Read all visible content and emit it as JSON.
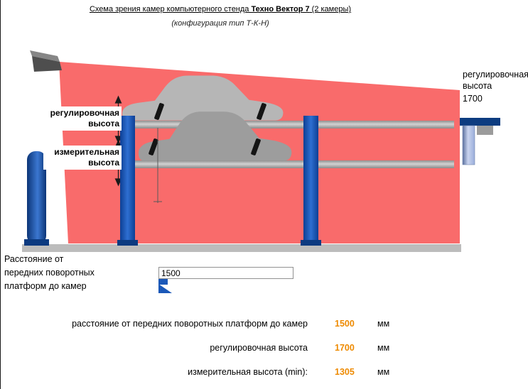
{
  "header": {
    "title_prefix": "Схема зрения камер компьютерного стенда ",
    "title_bold": "Техно Вектор 7",
    "title_suffix": " (2 камеры)",
    "subtitle": "(конфигурация тип Т-К-Н)"
  },
  "diagram": {
    "adjust_height_label": {
      "line1": "регулировочная",
      "line2": "высота"
    },
    "measure_height_label": {
      "line1": "измерительная",
      "line2": "высота"
    },
    "right_height_panel": {
      "line1": "регулировочная",
      "line2": "высота",
      "value": "1700"
    }
  },
  "distance_control": {
    "label_line1": "Расстояние от",
    "label_line2": "передних поворотных",
    "label_line3": "платформ до камер",
    "value": "1500"
  },
  "results": {
    "rows": [
      {
        "label": "расстояние от передних поворотных платформ до камер",
        "value": "1500",
        "unit": "мм"
      },
      {
        "label": "регулировочная высота",
        "value": "1700",
        "unit": "мм"
      },
      {
        "label": "измерительная высота (min):",
        "value": "1305",
        "unit": "мм"
      }
    ]
  },
  "colors": {
    "fov_red": "#f96b6b",
    "structure_blue": "#155ab6",
    "rail_gray": "#c2c2c2",
    "ground_gray": "#bcbcbc",
    "car_light": "#b6b6b6",
    "car_dark": "#9d9d9d",
    "value_orange": "#ee8a00"
  }
}
